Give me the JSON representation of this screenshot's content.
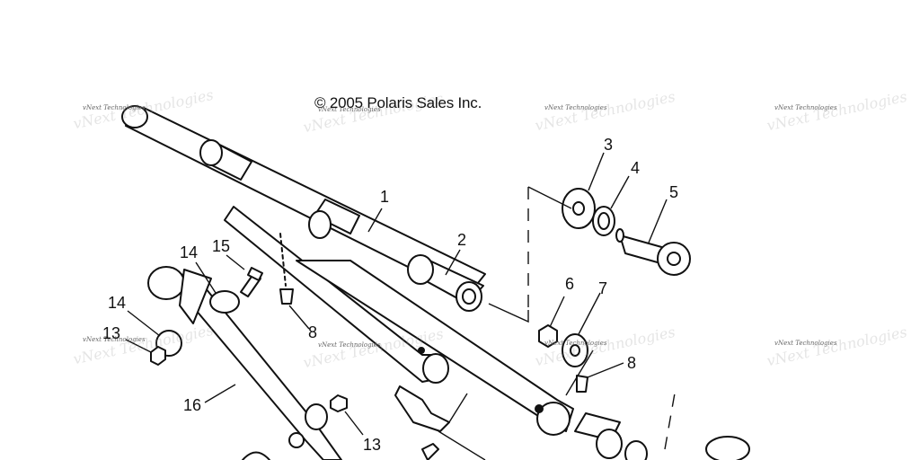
{
  "copyright": "© 2005 Polaris Sales Inc.",
  "watermark": "vNext Technologies",
  "callouts": [
    "1",
    "2",
    "3",
    "4",
    "5",
    "6",
    "7",
    "8",
    "8",
    "13",
    "13",
    "14",
    "14",
    "15",
    "16"
  ],
  "colors": {
    "line": "#111111",
    "background": "#ffffff"
  }
}
